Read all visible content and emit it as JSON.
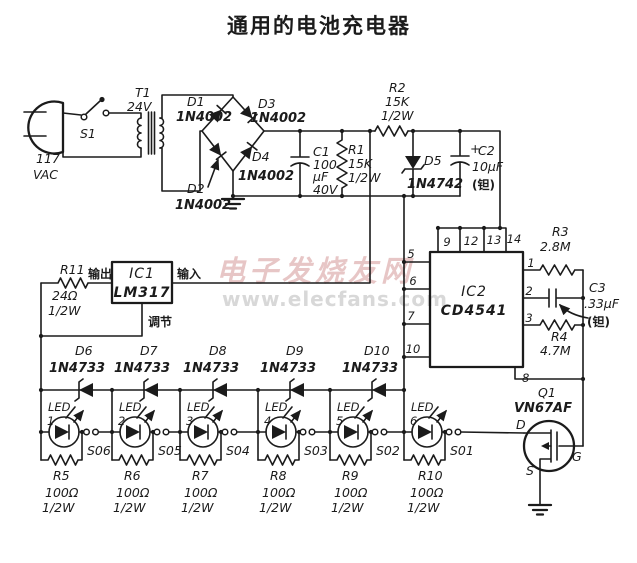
{
  "title": "通用的电池充电器",
  "watermark": {
    "site_name": "电子发烧友网",
    "site_url": "www.elecfans.com"
  },
  "colors": {
    "ink": "#1b1b1b",
    "paper": "#ffffff",
    "watermark_red": "#c87878",
    "watermark_gray": "#d8d8d8"
  },
  "power": {
    "voltage": "117",
    "voltage_unit": "VAC",
    "switch_ref": "S1",
    "transformer_ref": "T1",
    "transformer_voltage": "24V"
  },
  "bridge": {
    "d1_ref": "D1",
    "d1_val": "1N4002",
    "d2_ref": "D2",
    "d2_val": "1N4002",
    "d3_ref": "D3",
    "d3_val": "1N4002",
    "d4_ref": "D4",
    "d4_val": "1N4002"
  },
  "supply": {
    "c1_ref": "C1",
    "c1_val": "100",
    "c1_unit": "µF",
    "c1_volt": "40V",
    "r1_ref": "R1",
    "r1_val": "15K",
    "r1_pwr": "1/2W",
    "r2_ref": "R2",
    "r2_val": "15K",
    "r2_pwr": "1/2W",
    "d5_ref": "D5",
    "d5_val": "1N4742",
    "c2_plus": "+",
    "c2_ref": "C2",
    "c2_val": "10µF",
    "c2_note": "(钽)"
  },
  "regulator": {
    "ic_ref": "IC1",
    "ic_part": "LM317",
    "pin_out": "输出",
    "pin_in": "输入",
    "pin_adj": "调节",
    "r11_ref": "R11",
    "r11_val": "24Ω",
    "r11_pwr": "1/2W"
  },
  "timer": {
    "ic_ref": "IC2",
    "ic_part": "CD4541",
    "pin_top": [
      "9",
      "12",
      "13",
      "14"
    ],
    "pin_left": [
      "5",
      "6",
      "7",
      "10"
    ],
    "pin_right": [
      "1",
      "2",
      "3"
    ],
    "pin_bottom": "8",
    "r3_ref": "R3",
    "r3_val": "2.8M",
    "c3_ref": "C3",
    "c3_val": ".33µF",
    "c3_note": "(钽)",
    "r4_ref": "R4",
    "r4_val": "4.7M"
  },
  "zeners": [
    {
      "ref": "D6",
      "val": "1N4733"
    },
    {
      "ref": "D7",
      "val": "1N4733"
    },
    {
      "ref": "D8",
      "val": "1N4733"
    },
    {
      "ref": "D9",
      "val": "1N4733"
    },
    {
      "ref": "D10",
      "val": "1N4733"
    }
  ],
  "stages": [
    {
      "led_label": "LED",
      "led_num": "1",
      "jack": "S06",
      "r_ref": "R5",
      "r_val": "100Ω",
      "r_pwr": "1/2W"
    },
    {
      "led_label": "LED",
      "led_num": "2",
      "jack": "S05",
      "r_ref": "R6",
      "r_val": "100Ω",
      "r_pwr": "1/2W"
    },
    {
      "led_label": "LED",
      "led_num": "3",
      "jack": "S04",
      "r_ref": "R7",
      "r_val": "100Ω",
      "r_pwr": "1/2W"
    },
    {
      "led_label": "LED",
      "led_num": "4",
      "jack": "S03",
      "r_ref": "R8",
      "r_val": "100Ω",
      "r_pwr": "1/2W"
    },
    {
      "led_label": "LED",
      "led_num": "5",
      "jack": "S02",
      "r_ref": "R9",
      "r_val": "100Ω",
      "r_pwr": "1/2W"
    },
    {
      "led_label": "LED",
      "led_num": "6",
      "jack": "S01",
      "r_ref": "R10",
      "r_val": "100Ω",
      "r_pwr": "1/2W"
    }
  ],
  "mosfet": {
    "ref": "Q1",
    "part": "VN67AF",
    "pin_d": "D",
    "pin_g": "G",
    "pin_s": "S"
  }
}
